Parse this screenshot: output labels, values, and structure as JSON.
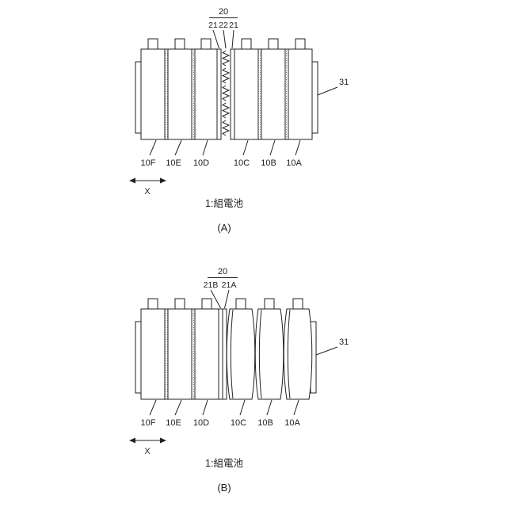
{
  "page": {
    "background": "#ffffff",
    "ink": "#222222"
  },
  "diagram_a": {
    "assembly_ref": "20",
    "layer_refs": [
      "21",
      "22",
      "21"
    ],
    "end_plate_ref": "31",
    "cell_refs": [
      "10F",
      "10E",
      "10D",
      "10C",
      "10B",
      "10A"
    ],
    "axis_ref": "X",
    "caption": "1:組電池",
    "panel_label": "(A)"
  },
  "diagram_b": {
    "assembly_ref": "20",
    "layer_refs": [
      "21B",
      "21A"
    ],
    "end_plate_ref": "31",
    "cell_refs": [
      "10F",
      "10E",
      "10D",
      "10C",
      "10B",
      "10A"
    ],
    "axis_ref": "X",
    "caption": "1:組電池",
    "panel_label": "(B)"
  }
}
